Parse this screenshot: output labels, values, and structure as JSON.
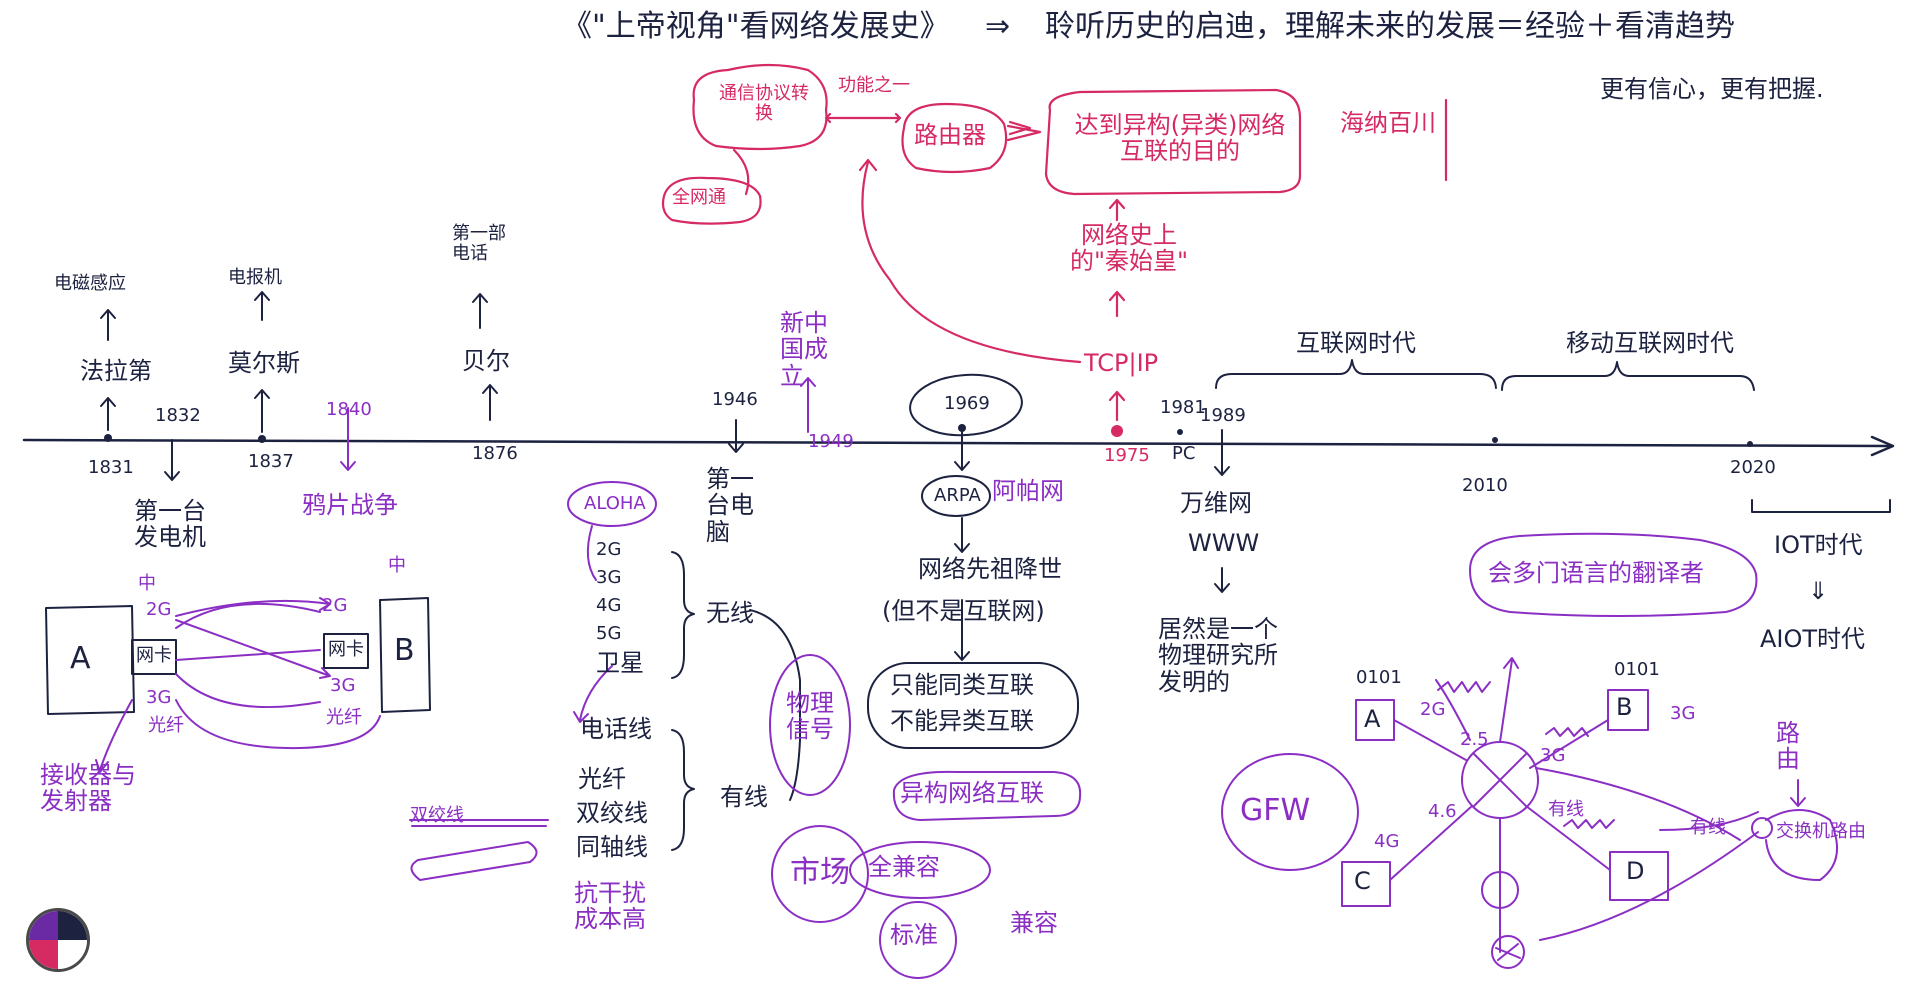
{
  "header": {
    "title": "《\"上帝视角\"看网络发展史》",
    "arrow": "⇒",
    "subtitle": "聆听历史的启迪，理解未来的发展＝经验＋看清趋势",
    "tagline": "更有信心，更有把握."
  },
  "top_cluster": {
    "protocol_conversion": "通信协议转换",
    "function_one": "功能之一",
    "router": "路由器",
    "full_network": "全网通",
    "goal": "达到异构(异类)网络互联的目的",
    "qin": "网络史上的\"秦始皇\"",
    "hawaii": "海纳百川"
  },
  "timeline": {
    "events": {
      "faraday_top": "电磁感应",
      "faraday": "法拉第",
      "y1831": "1831",
      "y1832": "1832",
      "generator": "第一台发电机",
      "telegraph": "电报机",
      "morse": "莫尔斯",
      "y1837": "1837",
      "y1840": "1840",
      "opium": "鸦片战争",
      "phone": "第一部电话",
      "bell": "贝尔",
      "y1876": "1876",
      "y1946": "1946",
      "computer": "第一台电脑",
      "new_china": "新中国成立",
      "y1949": "1949",
      "y1969": "1969",
      "arpa": "ARPA",
      "arpa_cn": "阿帕网",
      "ancestor": "网络先祖降世",
      "not_internet": "(但不是互联网)",
      "same_only": "只能同类互联",
      "no_hetero": "不能异类互联",
      "hetero": "异构网络互联",
      "tcpip": "TCP|IP",
      "y1975": "1975",
      "y1981": "1981",
      "pc": "PC",
      "y1989": "1989",
      "www_cn": "万维网",
      "www": "WWW",
      "inventor": "居然是一个物理研究所发明的",
      "internet_era": "互联网时代",
      "mobile_era": "移动互联网时代",
      "y2010": "2010",
      "y2020": "2020",
      "iot": "IOT时代",
      "down": "⇓",
      "aiot": "AIOT时代"
    }
  },
  "left_network": {
    "a": "A",
    "b": "B",
    "nic_a": "网卡",
    "nic_b": "网卡",
    "zhong_a": "中",
    "zhong_b": "中",
    "two_g_a": "2G",
    "three_g_a": "3G",
    "fiber_a": "光纤",
    "two_g_b": "2G",
    "three_g_b": "3G",
    "fiber_b": "光纤",
    "transceiver": "接收器与发射器",
    "twisted_left": "双绞线"
  },
  "middle_network": {
    "aloha": "ALOHA",
    "g2": "2G",
    "g3": "3G",
    "g4": "4G",
    "g5": "5G",
    "satellite": "卫星",
    "wireless": "无线",
    "phone_line": "电话线",
    "fiber": "光纤",
    "twisted": "双绞线",
    "coax": "同轴线",
    "wired": "有线",
    "interference": "抗干扰成本高",
    "physical": "物理信号",
    "market": "市场",
    "all_devices": "全兼容",
    "standard": "标准",
    "compatible": "兼容"
  },
  "right_network": {
    "translator": "会多门语言的翻译者",
    "gfw": "GFW",
    "a_bits": "0101",
    "a": "A",
    "a_2g": "2G",
    "a_25": "2.5",
    "b_bits": "0101",
    "b": "B",
    "b_3g": "3G",
    "b_3g_small": "3G",
    "c_4g": "4G",
    "c_46": "4.6",
    "c": "C",
    "d": "D",
    "wired": "有线",
    "wired2": "有线",
    "router_right": "路由",
    "router_switch": "交换机路由"
  }
}
